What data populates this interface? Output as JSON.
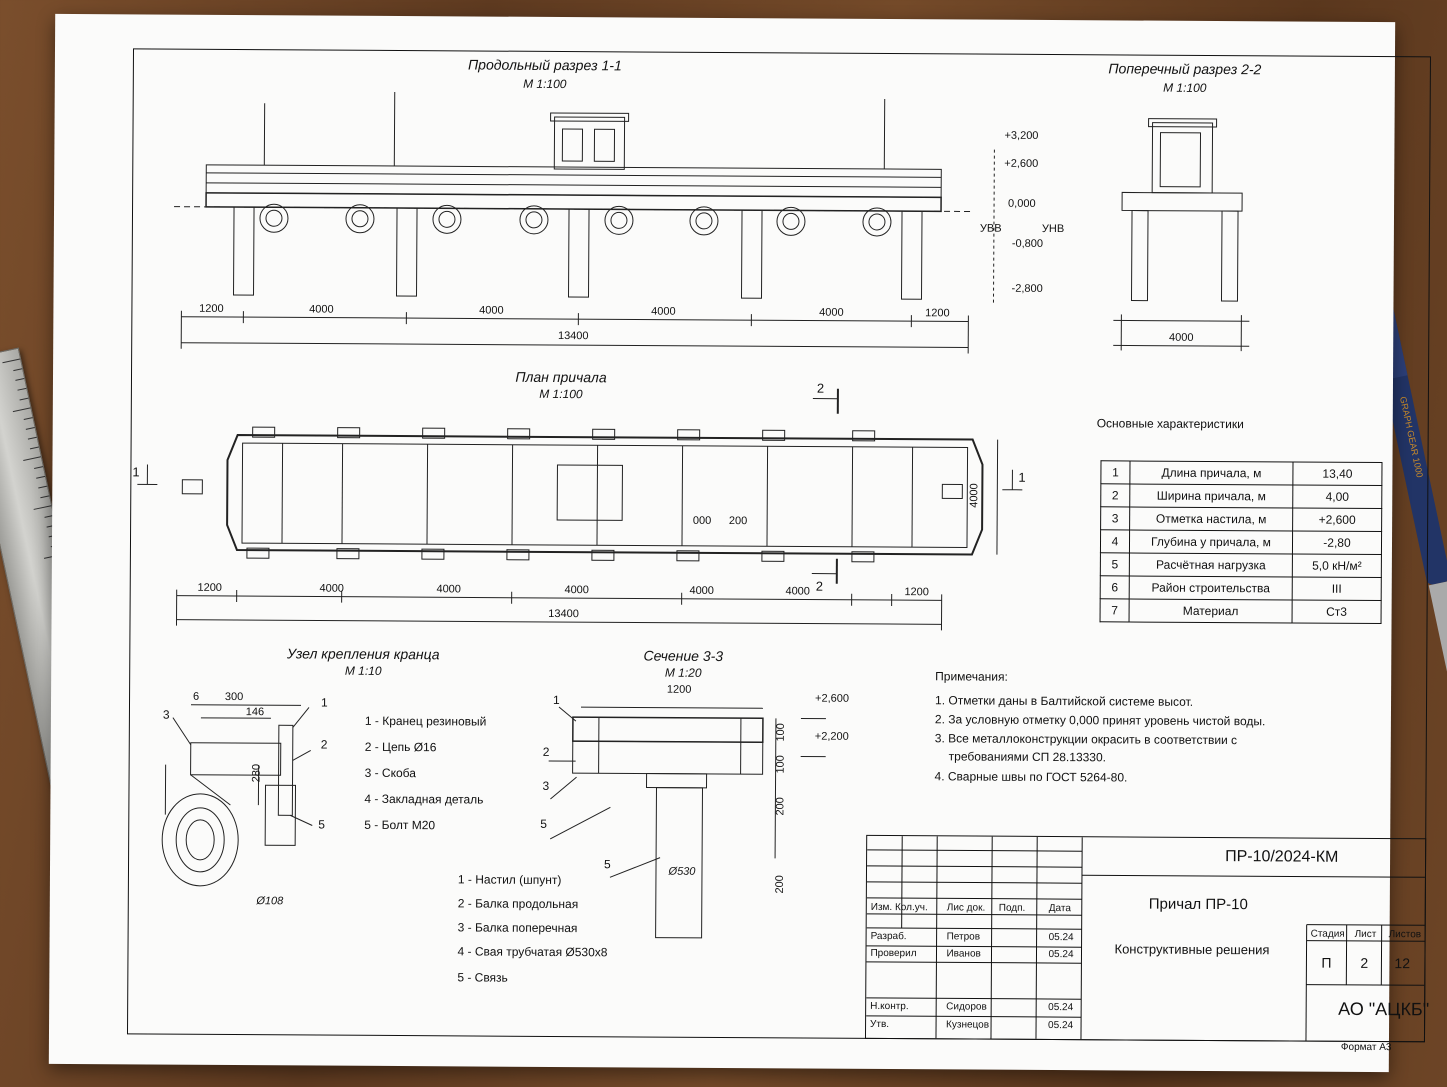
{
  "views": {
    "long_section": {
      "title": "Продольный разрез 1-1",
      "scale": "М 1:100",
      "dims": [
        "1200",
        "4000",
        "4000",
        "4000",
        "4000",
        "1200"
      ],
      "total": "13400"
    },
    "cross_section": {
      "title": "Поперечный разрез 2-2",
      "scale": "М 1:100",
      "width": "4000"
    },
    "plan": {
      "title": "План причала",
      "scale": "М 1:100",
      "dims": [
        "1200",
        "4000",
        "4000",
        "4000",
        "4000",
        "4000",
        "1200"
      ],
      "total": "13400",
      "side": "4000",
      "inner_a": "000",
      "inner_b": "200",
      "cut1": "1",
      "cut2": "2"
    },
    "node": {
      "title": "Узел крепления кранца",
      "scale": "М 1:10",
      "d300": "300",
      "d146": "146",
      "d6": "6",
      "d280": "280",
      "dia": "Ø108",
      "callouts": [
        "1",
        "2",
        "3",
        "5"
      ]
    },
    "section33": {
      "title": "Сечение 3-3",
      "scale": "М 1:20",
      "d1200": "1200",
      "d100a": "100",
      "d100b": "100",
      "d200a": "200",
      "d200b": "200",
      "dia": "Ø530",
      "el1": "+2,600",
      "el2": "+2,200",
      "callouts": [
        "1",
        "2",
        "3",
        "5",
        "5"
      ]
    }
  },
  "elevations": [
    "+3,200",
    "+2,600",
    "0,000",
    "-0,800",
    "-2,800"
  ],
  "water": {
    "uvv": "УВВ",
    "unv": "УНВ"
  },
  "cut_marks": {
    "left": "1",
    "right": "1",
    "top": "2",
    "bottom": "2"
  },
  "node_legend": [
    "1 - Кранец резиновый",
    "2 - Цепь Ø16",
    "3 - Скоба",
    "4 - Закладная деталь",
    "5 - Болт М20"
  ],
  "section_legend": [
    "1 - Настил (шпунт)",
    "2 - Балка продольная",
    "3 - Балка поперечная",
    "4 - Свая трубчатая Ø530х8",
    "5 - Связь"
  ],
  "characteristics": {
    "title": "Основные характеристики",
    "rows": [
      {
        "n": "1",
        "name": "Длина причала, м",
        "value": "13,40"
      },
      {
        "n": "2",
        "name": "Ширина причала, м",
        "value": "4,00"
      },
      {
        "n": "3",
        "name": "Отметка настила, м",
        "value": "+2,600"
      },
      {
        "n": "4",
        "name": "Глубина у причала, м",
        "value": "-2,80"
      },
      {
        "n": "5",
        "name": "Расчётная нагрузка",
        "value": "5,0 кН/м²"
      },
      {
        "n": "6",
        "name": "Район строительства",
        "value": "III"
      },
      {
        "n": "7",
        "name": "Материал",
        "value": "Ст3"
      }
    ]
  },
  "notes": {
    "title": "Примечания:",
    "items": [
      "1. Отметки даны в Балтийской системе высот.",
      "2. За условную отметку 0,000 принят уровень чистой воды.",
      "3. Все металлоконструкции окрасить в соответствии с",
      "требованиями СП 28.13330.",
      "4. Сварные швы по ГОСТ 5264-80."
    ]
  },
  "stamp": {
    "code": "ПР-10/2024-КМ",
    "object": "Причал ПР-10",
    "sheet_name": "Конструктивные решения",
    "org": "АО \"АЦКБ\"",
    "header": [
      "Изм.",
      "Кол.уч.",
      "Лис док.",
      "Подп.",
      "Дата"
    ],
    "rows": [
      {
        "role": "Разраб.",
        "name": "Петров",
        "date": "05.24"
      },
      {
        "role": "Проверил",
        "name": "Иванов",
        "date": "05.24"
      },
      {
        "role": "Н.контр.",
        "name": "Сидоров",
        "date": "05.24"
      },
      {
        "role": "Утв.",
        "name": "Кузнецов",
        "date": "05.24"
      }
    ],
    "stage_h": "Стадия",
    "sheet_h": "Лист",
    "sheets_h": "Листов",
    "stage": "П",
    "sheet": "2",
    "sheets": "12",
    "format": "Формат А3"
  },
  "pencil_text": "GRAPH GEAR 1000"
}
